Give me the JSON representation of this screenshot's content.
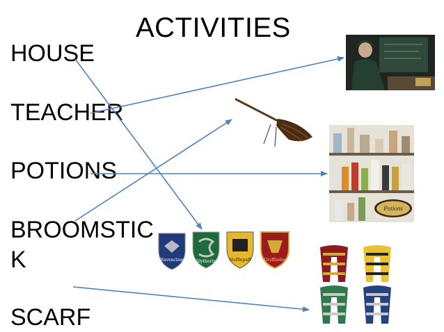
{
  "slide": {
    "title": "ACTIVITIES",
    "words": {
      "house": "HOUSE",
      "teacher": "TEACHER",
      "potions": "POTIONS",
      "broomstick_line1": "BROOMSTIC",
      "broomstick_line2": "K",
      "scarf": "SCARF"
    },
    "crest_labels": [
      "Ravenclaw",
      "Slytherin",
      "Hufflepuff",
      "Gryffindor"
    ],
    "potions_label": "Potions"
  },
  "colors": {
    "arrow": "#4f7fbd",
    "text": "#000000",
    "ravenclaw": "#1f3b7a",
    "slytherin": "#1d6b3a",
    "hufflepuff": "#e6b62d",
    "gryffindor": "#9c1b1b"
  }
}
